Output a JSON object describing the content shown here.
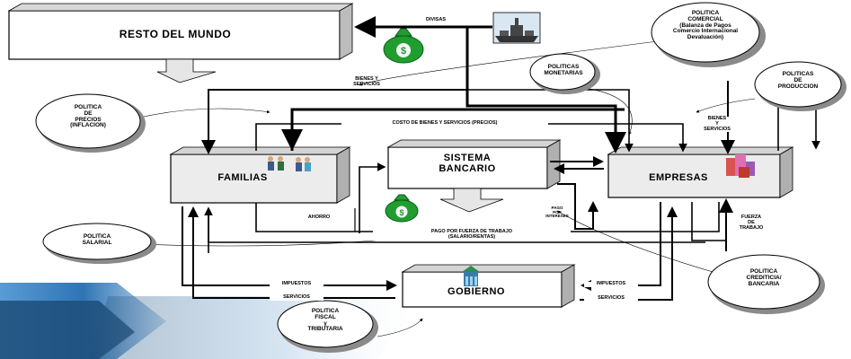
{
  "boxes": {
    "resto_mundo": "RESTO DEL MUNDO",
    "familias": "FAMILIAS",
    "sistema_bancario": "SISTEMA\nBANCARIO",
    "empresas": "EMPRESAS",
    "gobierno": "GOBIERNO"
  },
  "policies": {
    "comercial": "POLITICA\nCOMERCIAL\n(Balanza de Pagos\nComercio Internacional\nDevaluación)",
    "monetarias": "POLITICAS\nMONETARIAS",
    "produccion": "POLITICAS\nDE\nPRODUCCION",
    "precios": "POLITICA\nDE\nPRECIOS\n(INFLACION)",
    "salarial": "POLITICA\nSALARIAL",
    "crediticia": "POLITICA\nCREDITICIA/\nBANCARIA",
    "fiscal": "POLITICA\nFISCAL\ny\nTRIBUTARIA"
  },
  "flows": {
    "divisas": "DIVISAS",
    "bienes_servicios_world": "BIENES Y\nSERVICIOS",
    "costo_bienes": "COSTO DE BIENES Y SERVICIOS (PRECIOS)",
    "bienes_servicios_right": "BIENES\nY\nSERVICIOS",
    "ahorro": "AHORRO",
    "pago_intereses": "PAGO\nPOR\nINTERESES",
    "pago_trabajo": "PAGO POR FUERZA DE TRABAJO\n(SALARIO/RENTAS)",
    "fuerza_trabajo": "FUERZA\nDE\nTRABAJO",
    "impuestos_left": "IMPUESTOS",
    "servicios_left": "SERVICIOS",
    "impuestos_right": "IMPUESTOS",
    "servicios_right": "SERVICIOS"
  },
  "colors": {
    "box_fill": "#ececec",
    "banner_blue": "#2e75b6",
    "money_green": "#1f9e2f"
  }
}
